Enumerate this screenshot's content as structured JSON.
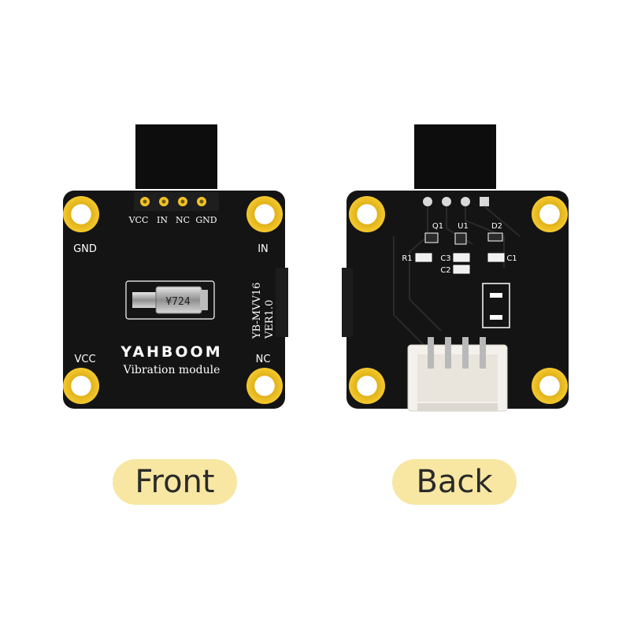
{
  "front": {
    "pin_labels": [
      "VCC",
      "IN",
      "NC",
      "GND"
    ],
    "corner_labels": {
      "top_left": "GND",
      "top_right": "IN",
      "bottom_left": "VCC",
      "bottom_right": "NC"
    },
    "brand": "YAHBOOM",
    "module_name": "Vibration module",
    "model_line1": "YB-MVV16",
    "model_line2": "VER1.0",
    "motor_marking": "¥724",
    "caption": "Front"
  },
  "back": {
    "component_labels": [
      "Q1",
      "U1",
      "D2",
      "R1",
      "C3",
      "C2",
      "C1"
    ],
    "caption": "Back"
  },
  "colors": {
    "board": "#111111",
    "pad_gold": "#f2c227",
    "caption_bg": "#f7e7a2",
    "connector": "#f4f1ec"
  }
}
